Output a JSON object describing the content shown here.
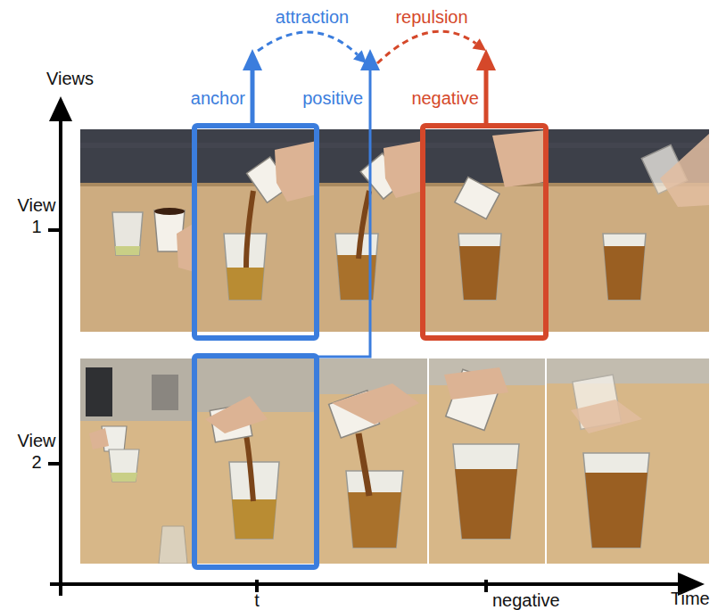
{
  "diagram": {
    "nodes": [
      {
        "text": [
          "anchor"
        ]
      },
      {
        "text": [
          "positive"
        ]
      },
      {
        "text": [
          "negative"
        ]
      }
    ],
    "edges": [
      {
        "from": 0,
        "to": 1,
        "label": "attraction",
        "arrow": "to"
      },
      {
        "from": 1,
        "to": 2,
        "label": "repulsion",
        "arrow": "to"
      }
    ],
    "labels": [
      "Views",
      "View 1",
      "View 2",
      "t",
      "negative",
      "Time"
    ]
  }
}
